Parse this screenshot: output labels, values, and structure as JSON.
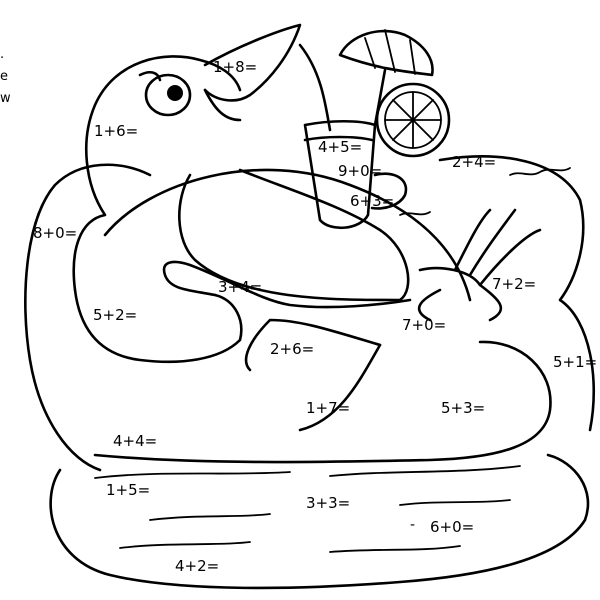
{
  "edge_letters": [
    ".",
    "e",
    "w"
  ],
  "problems": [
    "1+8=",
    "1+6=",
    "4+5=",
    "9+0=",
    "6+3=",
    "2+4=",
    "8+0=",
    "3+4=",
    "7+2=",
    "5+2=",
    "7+0=",
    "2+6=",
    "5+1=",
    "1+7=",
    "5+3=",
    "4+4=",
    "1+5=",
    "3+3=",
    "6+0=",
    "4+2="
  ]
}
